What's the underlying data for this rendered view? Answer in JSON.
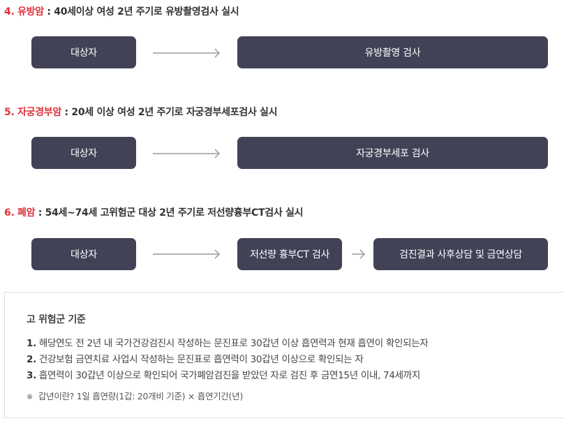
{
  "sections": [
    {
      "number": "4.",
      "name": "유방암",
      "separator": " : ",
      "description": "40세이상 여성 2년 주기로 유방촬영검사 실시",
      "steps": [
        "대상자",
        "유방촬영 검사"
      ]
    },
    {
      "number": "5.",
      "name": "자궁경부암",
      "separator": " : ",
      "description": "20세 이상 여성 2년 주기로 자궁경부세포검사 실시",
      "steps": [
        "대상자",
        "자궁경부세포 검사"
      ]
    },
    {
      "number": "6.",
      "name": "폐암",
      "separator": " : ",
      "description": "54세~74세 고위험군 대상 2년 주기로 저선량흉부CT검사 실시",
      "steps": [
        "대상자",
        "저선량 흉부CT 검사",
        "검진결과 사후상담 및 금연상담"
      ]
    }
  ],
  "criteria": {
    "title": "고 위험군 기준",
    "items": [
      {
        "num": "1.",
        "text": "해당연도 전 2년 내 국가건강검진시 작성하는 문진표로 30갑년 이상 흡연력과 현재 흡연이 확인되는자"
      },
      {
        "num": "2.",
        "text": "건강보험 금연치료 사업시 작성하는 문진표로 흡연력이 30갑년 이상으로 확인되는 자"
      },
      {
        "num": "3.",
        "text": "흡연력이 30갑년 이상으로 확인되어 국가폐암검진을 받았던 자로 검진 후 금연15년 이내, 74세까지"
      }
    ],
    "note_mark": "※",
    "note": "갑년이란? 1일 흡연량(1갑: 20개비 기준) × 흡연기간(년)"
  },
  "colors": {
    "accent": "#e0323c",
    "box": "#424257",
    "arrow": "#9a9a9a"
  }
}
